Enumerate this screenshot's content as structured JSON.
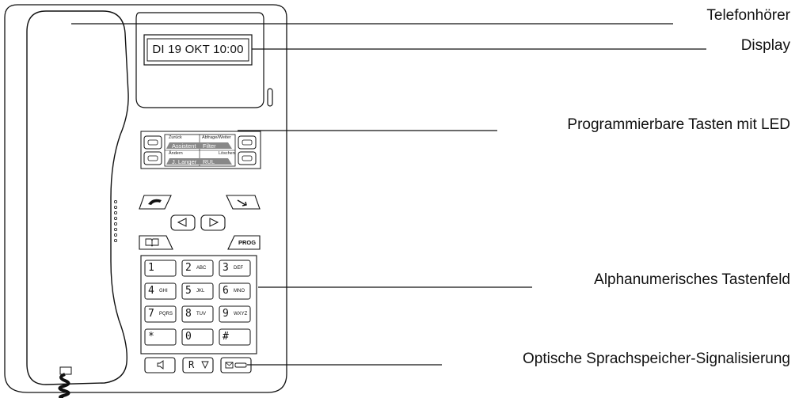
{
  "callouts": {
    "handset": "Telefonhörer",
    "display": "Display",
    "programmable_keys": "Programmierbare Tasten mit LED",
    "keypad": "Alphanumerisches Tastenfeld",
    "voicemail_signal": "Optische Sprachspeicher-Signalisierung"
  },
  "display": {
    "text": "DI 19 OKT  10:00"
  },
  "prog_keys": {
    "top_left_caption": "Zurück",
    "top_left_strip": "Assistent",
    "top_right_caption": "Abfrage/Weiter",
    "top_right_strip": "Filter",
    "bottom_left_caption": "Ändern",
    "bottom_left_strip": "J. Langer",
    "bottom_right_caption": "Löschen",
    "bottom_right_strip": "RUL"
  },
  "function_keys": {
    "prog": "PROG",
    "recall": "R"
  },
  "keypad": [
    {
      "digit": "1",
      "letters": ""
    },
    {
      "digit": "2",
      "letters": "ABC"
    },
    {
      "digit": "3",
      "letters": "DEF"
    },
    {
      "digit": "4",
      "letters": "GHI"
    },
    {
      "digit": "5",
      "letters": "JKL"
    },
    {
      "digit": "6",
      "letters": "MNO"
    },
    {
      "digit": "7",
      "letters": "PQRS"
    },
    {
      "digit": "8",
      "letters": "TUV"
    },
    {
      "digit": "9",
      "letters": "WXYZ"
    },
    {
      "digit": "*",
      "letters": ""
    },
    {
      "digit": "0",
      "letters": ""
    },
    {
      "digit": "#",
      "letters": ""
    }
  ],
  "icons": {
    "off_hook": "handset-icon",
    "release": "release-icon",
    "nav_left": "left-arrow-icon",
    "nav_right": "right-arrow-icon",
    "phonebook": "book-icon",
    "speaker": "speaker-icon",
    "recall_arrow": "down-triangle-icon",
    "mailbox": "envelope-icon"
  },
  "colors": {
    "line": "#111111",
    "strip": "#888888",
    "background": "#ffffff"
  }
}
